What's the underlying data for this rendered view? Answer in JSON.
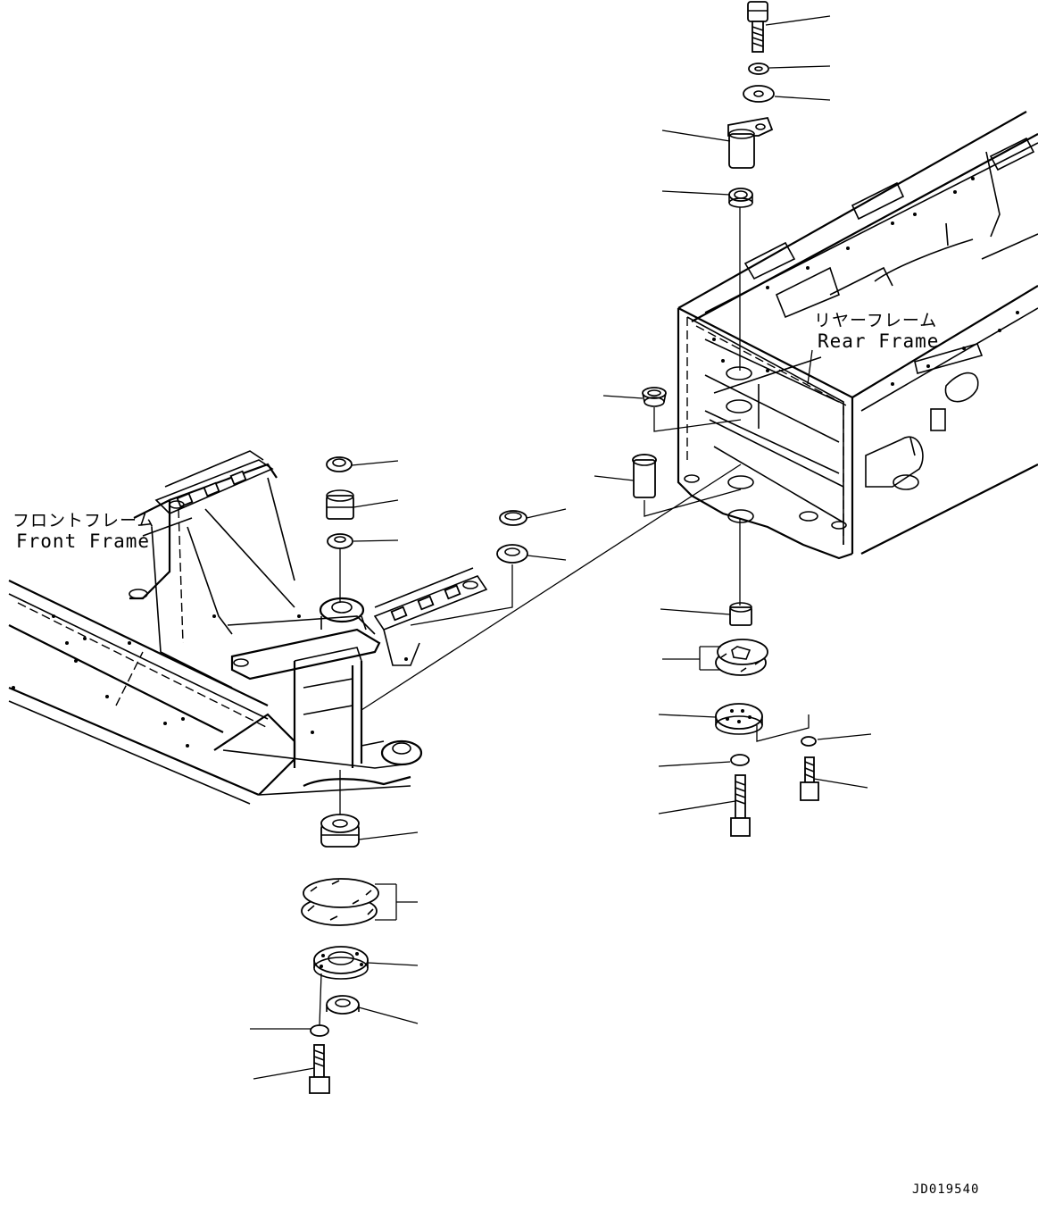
{
  "labels": {
    "front_frame_jp": "フロントフレーム",
    "front_frame_en": "Front Frame",
    "rear_frame_jp": "リヤーフレーム",
    "rear_frame_en": "Rear Frame"
  },
  "drawing_id": "JD019540"
}
